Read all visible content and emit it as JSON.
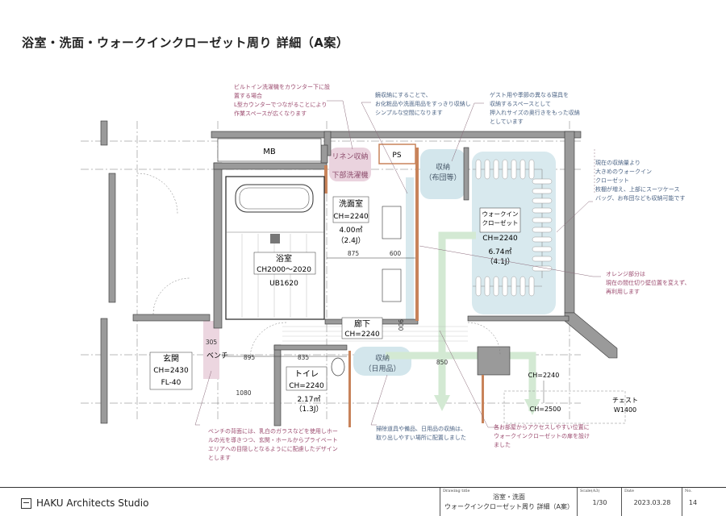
{
  "title": "浴室・洗面・ウォークインクローゼット周り 詳細（A案）",
  "annotations": {
    "washer": [
      "ビルトイン洗濯機をカウンター下に設",
      "置する場合",
      "L型カウンターでつながることにより",
      "作業スペースが広くなります"
    ],
    "mirror": [
      "鏡収納にすることで、",
      "お化粧品や洗面用品をすっきり収納し",
      "シンプルな空間になります"
    ],
    "guest": [
      "ゲスト用や季節の異なる寝具を",
      "収納するスペースとして",
      "押入れサイズの奥行きをもった収納",
      "としています"
    ],
    "wic": [
      "現在の収納量より",
      "大きめのウォークイン",
      "クローゼット",
      "枚棚が増え、上部にスーツケース",
      "バッグ、お布団なども収納可能です"
    ],
    "orange": [
      "オレンジ部分は",
      "現在の間仕切り壁位置を変えず、",
      "再利用します"
    ],
    "bench": [
      "ベンチの背面には、乳白のガラスなどを使用しホー",
      "ルの光を導きつつ、玄関・ホールからプライベート",
      "エリアへの目隠しとなるようにに配慮したデザイン",
      "とします"
    ],
    "daily": [
      "掃除道具や備品、日用品の収納は、",
      "取り出しやすい場所に配置しました"
    ],
    "door": [
      "各お部屋からアクセスしやすい位置に",
      "ウォークインクローゼットの扉を設け",
      "ました"
    ]
  },
  "rooms": {
    "mb": "MB",
    "linen": "リネン収納",
    "washer_under": "下部洗濯機",
    "ps": "PS",
    "futon_storage": [
      "収納",
      "（布団等）"
    ],
    "bath": {
      "name": "浴室",
      "ch": "CH2000～2020",
      "ub": "UB1620"
    },
    "wash": {
      "name": "洗面室",
      "ch": "CH=2240",
      "area": "4.00㎡",
      "jo": "（2.4J）"
    },
    "wic": {
      "name1": "ウォークイン",
      "name2": "クローゼット",
      "ch": "CH=2240",
      "area": "6.74㎡",
      "jo": "（4.1J）"
    },
    "hall": {
      "name": "廊下",
      "ch": "CH=2240"
    },
    "entrance": {
      "name": "玄関",
      "ch": "CH=2430",
      "fl": "FL-40"
    },
    "bench": "ベンチ",
    "toilet": {
      "name": "トイレ",
      "ch": "CH=2240",
      "area": "2.17㎡",
      "jo": "（1.3J）"
    },
    "daily_storage": [
      "収納",
      "（日用品）"
    ],
    "right_ch1": "CH=2240",
    "right_ch2": "CH=2500",
    "chest": {
      "name": "チェスト",
      "w": "W1400"
    }
  },
  "dimensions": {
    "d875": "875",
    "d600": "600",
    "d900": "900",
    "d305": "305",
    "d895": "895",
    "d835": "835",
    "d850": "850",
    "d1080": "1080"
  },
  "footer": {
    "studio": "HAKU Architects Studio",
    "drawing_title_label": "Drawing title",
    "drawing_title_1": "浴室・洗面",
    "drawing_title_2": "ウォークインクローゼット周り 詳細（A案）",
    "scale_label": "Scale(A3)",
    "scale": "1/30",
    "date_label": "Date",
    "date": "2023.03.28",
    "no_label": "No.",
    "no": "14"
  },
  "colors": {
    "wall": "#8e8e8e",
    "pink": "#e9cfdc",
    "blue": "#cfe3ea",
    "green": "#cfe6cf",
    "orange": "#c8835a",
    "note_pink": "#9b4a6e",
    "note_blue": "#4c6485"
  }
}
